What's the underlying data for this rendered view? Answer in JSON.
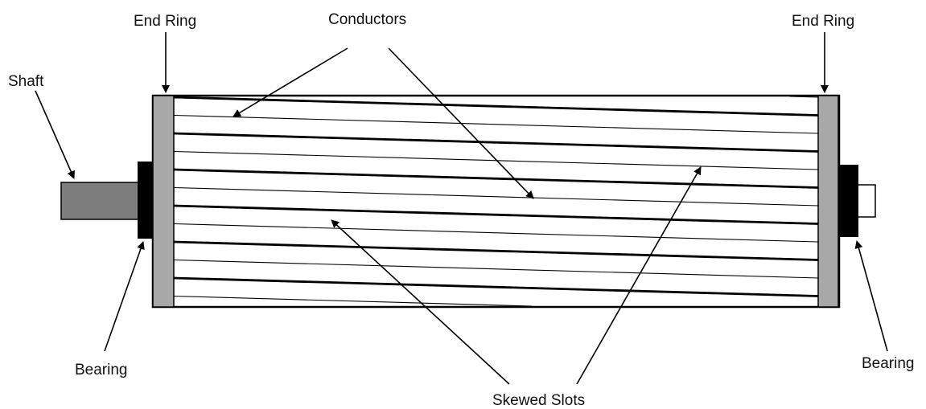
{
  "labels": {
    "end_ring_left": "End Ring",
    "end_ring_right": "End Ring",
    "conductors": "Conductors",
    "shaft": "Shaft",
    "bearing_left": "Bearing",
    "bearing_right": "Bearing",
    "skewed_slots": "Skewed Slots"
  },
  "colors": {
    "line": "#000000",
    "end_ring": "#a8a8a8",
    "shaft": "#7d7d7d",
    "bearing": "#000000",
    "background": "#ffffff"
  }
}
